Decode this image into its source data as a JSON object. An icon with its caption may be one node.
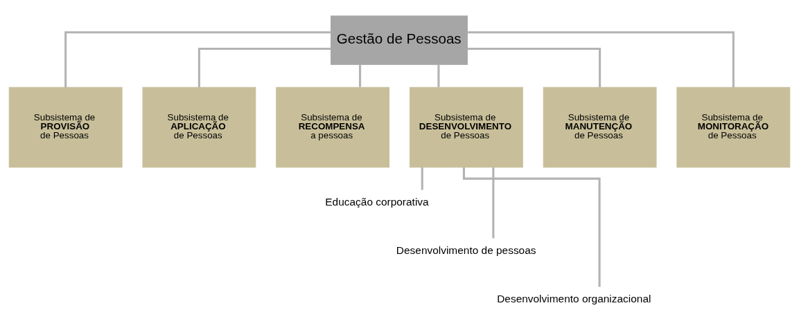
{
  "diagram": {
    "nodes": [
      {
        "text": [
          "Gestão de Pessoas"
        ]
      },
      {
        "text": [
          "Subsistema de **PROVISÃO** de Pessoas"
        ]
      },
      {
        "text": [
          "Subsistema de **APLICAÇÃO** de Pessoas"
        ]
      },
      {
        "text": [
          "Subsistema de **RECOMPENSA** a pessoas"
        ]
      },
      {
        "text": [
          "Subsistema de **DESENVOLVIMENTO** de Pessoas"
        ]
      },
      {
        "text": [
          "Subsistema de **MANUTENÇÃO** de Pessoas"
        ]
      },
      {
        "text": [
          "Subsistema de **MONITORAÇÃO** de Pessoas"
        ]
      },
      {
        "text": [
          "Educação corporativa"
        ]
      },
      {
        "text": [
          "Desenvolvimento de pessoas"
        ]
      },
      {
        "text": [
          "Desenvolvimento organizacional"
        ]
      }
    ],
    "edges": [
      {
        "from": 0,
        "to": 1,
        "arrow": "none"
      },
      {
        "from": 0,
        "to": 2,
        "arrow": "none"
      },
      {
        "from": 0,
        "to": 3,
        "arrow": "none"
      },
      {
        "from": 0,
        "to": 4,
        "arrow": "none"
      },
      {
        "from": 0,
        "to": 5,
        "arrow": "none"
      },
      {
        "from": 0,
        "to": 6,
        "arrow": "none"
      },
      {
        "from": 4,
        "to": 7,
        "arrow": "none"
      },
      {
        "from": 4,
        "to": 8,
        "arrow": "none"
      },
      {
        "from": 4,
        "to": 9,
        "arrow": "none"
      }
    ]
  }
}
